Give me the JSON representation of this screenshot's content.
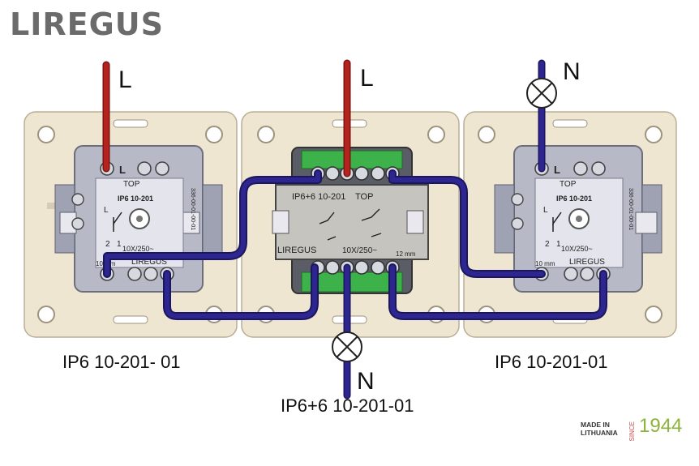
{
  "brand": {
    "logo": "LIREGUS"
  },
  "captions": {
    "left": "IP6 10-201- 01",
    "middle": "IP6+6 10-201-01",
    "right": "IP6 10-201-01"
  },
  "wire_labels": {
    "line_left": "L",
    "line_middle": "L",
    "neutral_top": "N",
    "neutral_bottom": "N"
  },
  "device_left": {
    "model": "IP6 10-201",
    "top": "TOP",
    "rating": "10X/250~",
    "strip": "10 mm",
    "brand": "LIREGUS",
    "serial": "336-00-01-00-01",
    "term_1": "1",
    "term_2": "2"
  },
  "device_middle": {
    "model": "IP6+6 10-201",
    "top": "TOP",
    "rating": "10X/250~",
    "strip": "12 mm",
    "brand": "LIREGUS"
  },
  "device_right": {
    "model": "IP6 10-201",
    "top": "TOP",
    "rating": "10X/250~",
    "strip": "10 mm",
    "brand": "LIREGUS",
    "serial": "336-00-01-00-01",
    "term_1": "1",
    "term_2": "2"
  },
  "footer": {
    "made_in": "MADE IN",
    "country": "LITHUANIA",
    "since": "SINCE",
    "year": "1944"
  },
  "colors": {
    "phase": "#b5231f",
    "neutral": "#2e2690",
    "frame": "#efe6d2",
    "body": "#c9cbd6",
    "brand_grey": "#6b6b6b",
    "year": "#8db33a"
  }
}
